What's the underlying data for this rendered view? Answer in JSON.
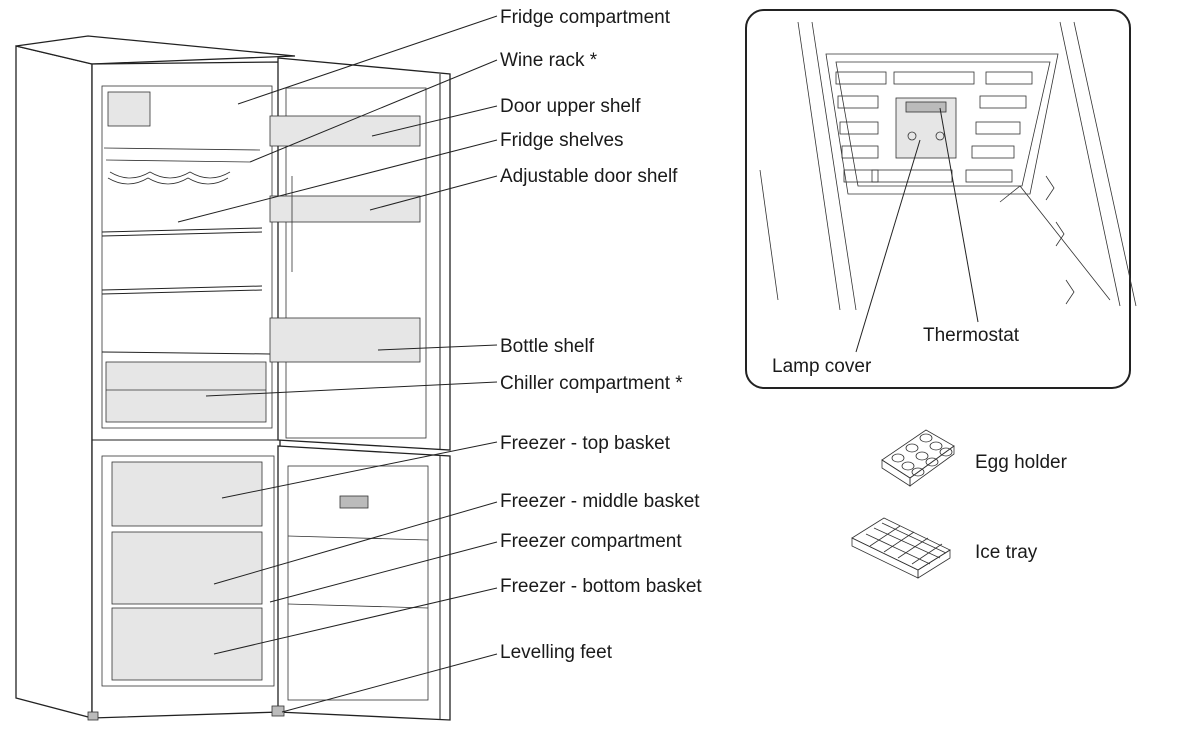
{
  "labels": {
    "fridge_compartment": "Fridge compartment",
    "wine_rack": "Wine rack *",
    "door_upper_shelf": "Door upper shelf",
    "fridge_shelves": "Fridge shelves",
    "adjustable_door_shelf": "Adjustable door shelf",
    "bottle_shelf": "Bottle shelf",
    "chiller_compartment": "Chiller compartment *",
    "freezer_top_basket": "Freezer - top basket",
    "freezer_middle_basket": "Freezer - middle basket",
    "freezer_compartment": "Freezer compartment",
    "freezer_bottom_basket": "Freezer - bottom basket",
    "levelling_feet": "Levelling feet"
  },
  "inset": {
    "thermostat": "Thermostat",
    "lamp_cover": "Lamp cover"
  },
  "accessories": {
    "egg_holder": "Egg holder",
    "ice_tray": "Ice tray"
  }
}
